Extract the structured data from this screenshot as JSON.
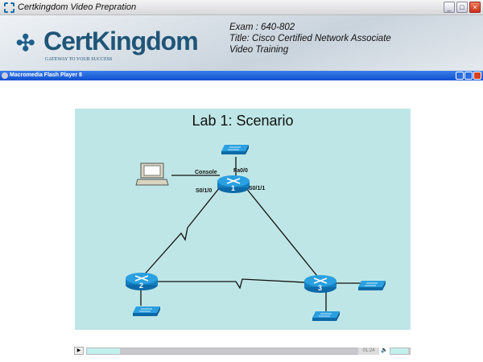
{
  "window": {
    "title": "Certkingdom Video Prepration"
  },
  "header": {
    "logo_name": "CertKingdom",
    "logo_tagline": "GATEWAY TO YOUR SUCCESS",
    "exam": "Exam : 640-802",
    "course_title": "Title: Cisco Certified Network Associate",
    "subtitle": "Video Training"
  },
  "player": {
    "title": "Macromedia Flash Player 8",
    "time": "01:24",
    "progress_percent": 12,
    "volume_percent": 90
  },
  "lab": {
    "title": "Lab 1: Scenario",
    "labels": {
      "console": "Console",
      "fa": "Fa0/0",
      "s010": "S0/1/0",
      "s011": "S0/1/1"
    },
    "routers": [
      "1",
      "2",
      "3"
    ]
  },
  "colors": {
    "lab_bg": "#bfe6e6",
    "device": "#1a8fd0",
    "flashbar": "#1f5fd8"
  }
}
